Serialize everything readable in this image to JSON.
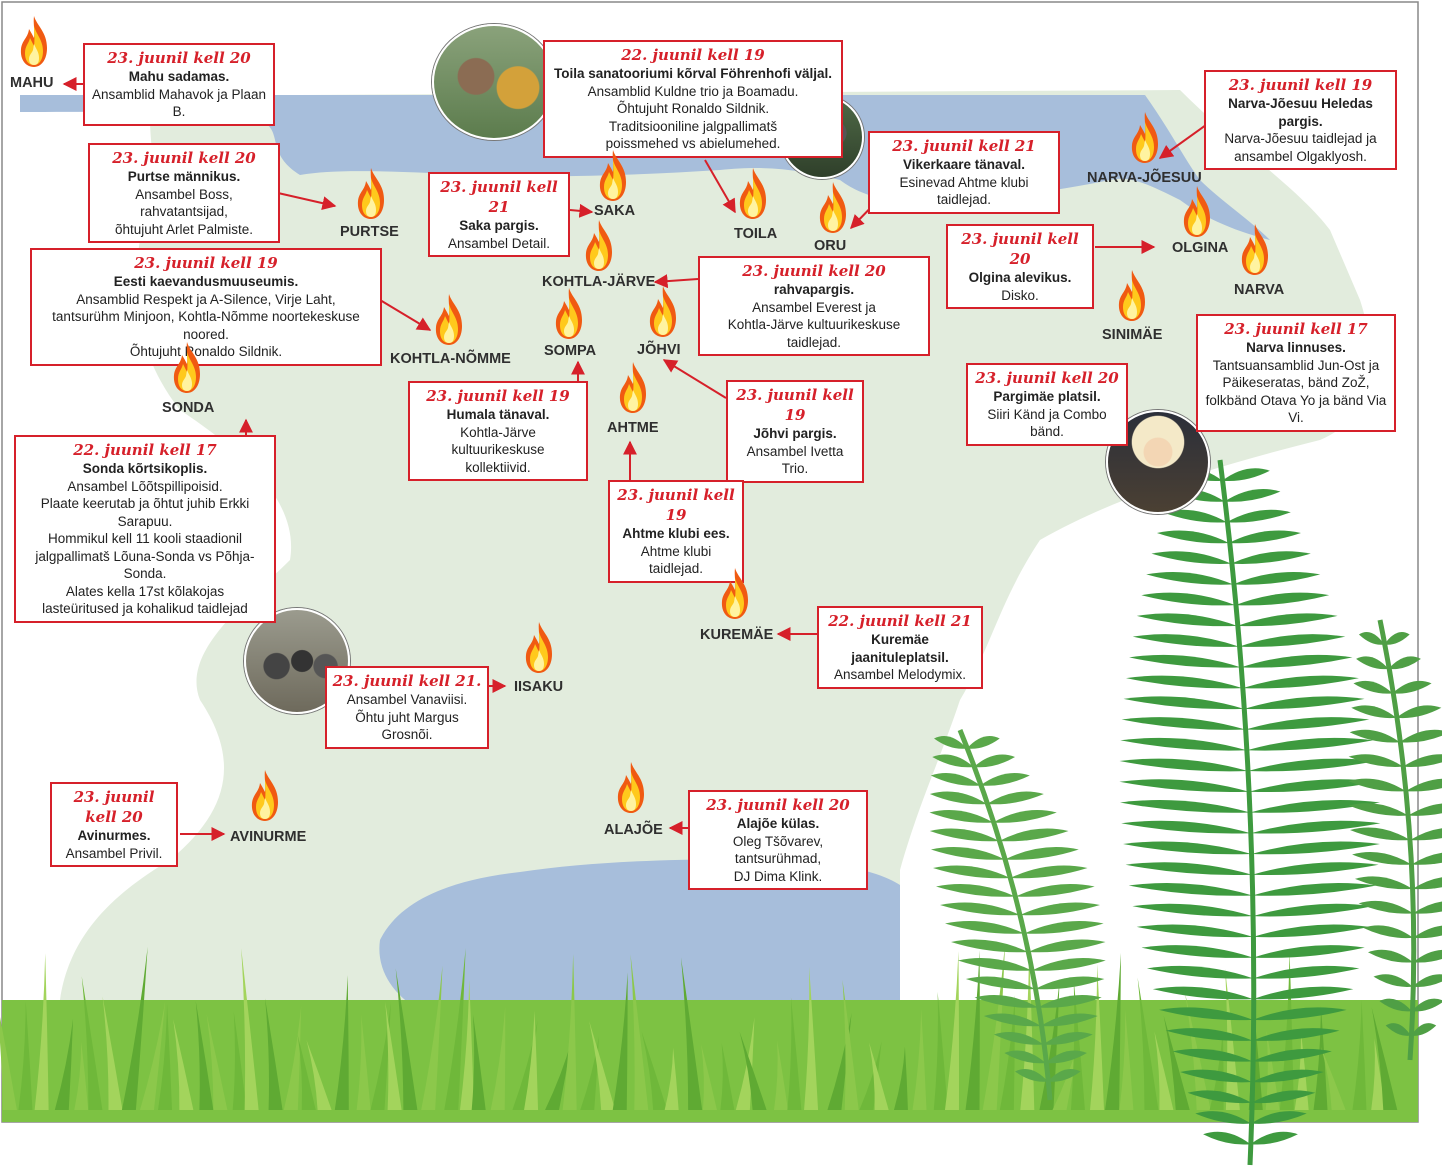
{
  "colors": {
    "land": "#e2ecdd",
    "water": "#a7bedb",
    "accent_red": "#d6202a",
    "fern_dark": "#3e9a3f",
    "grass": "#7dc243"
  },
  "places": {
    "mahu": "MAHU",
    "purtse": "PURTSE",
    "saka": "SAKA",
    "toila": "TOILA",
    "oru": "ORU",
    "narva_joesuu": "NARVA-JÕESUU",
    "olgina": "OLGINA",
    "narva": "NARVA",
    "kohtla_jarve": "KOHTLA-JÄRVE",
    "kohtla_nomme": "KOHTLA-NÕMME",
    "sompa": "SOMPA",
    "johvi": "JÕHVI",
    "sinimae": "SINIMÄE",
    "ahtme": "AHTME",
    "sonda": "SONDA",
    "kuremae": "KUREMÄE",
    "iisaku": "IISAKU",
    "avinurme": "AVINURME",
    "alajoe": "ALAJÕE"
  },
  "events": {
    "mahu": {
      "date": "23. juunil kell 20",
      "place": "Mahu sadamas.",
      "desc": "Ansamblid Mahavok ja Plaan B."
    },
    "toila": {
      "date": "22. juunil kell 19",
      "place": "Toila sanatooriumi kõrval Föhrenhofi väljal.",
      "desc": "Ansamblid Kuldne trio ja Boamadu.\nÕhtujuht Ronaldo Sildnik.\nTraditsiooniline jalgpallimatš\npoissmehed vs abielumehed."
    },
    "narva_joesuu": {
      "date": "23. juunil kell 19",
      "place": "Narva-Jõesuu Heledas pargis.",
      "desc": "Narva-Jõesuu taidlejad ja\nansambel Olgaklyosh."
    },
    "purtse": {
      "date": "23. juunil kell 20",
      "place": "Purtse männikus.",
      "desc": "Ansambel Boss, rahvatantsijad,\nõhtujuht Arlet Palmiste."
    },
    "saka": {
      "date": "23. juunil kell 21",
      "place": "Saka pargis.",
      "desc": "Ansambel Detail."
    },
    "oru": {
      "date": "23. juunil kell 21",
      "place": "Vikerkaare tänaval.",
      "desc": "Esinevad Ahtme klubi taidlejad."
    },
    "olgina": {
      "date": "23. juunil kell 20",
      "place": "Olgina alevikus.",
      "desc": "Disko."
    },
    "kohtla_nomme": {
      "date": "23. juunil kell 19",
      "place": "Eesti kaevandusmuuseumis.",
      "desc": "Ansamblid Respekt ja A-Silence, Virje Laht,\ntantsurühm Minjoon, Kohtla-Nõmme noortekeskuse noored.\nÕhtujuht Ronaldo Sildnik."
    },
    "kohtla_jarve": {
      "date": "23. juunil kell 20",
      "place": "rahvapargis.",
      "desc": "Ansambel Everest ja\nKohtla-Järve kultuurikeskuse taidlejad."
    },
    "narva": {
      "date": "23. juunil kell 17",
      "place": "Narva linnuses.",
      "desc": "Tantsuansamblid Jun-Ost ja\nPäikeseratas, bänd ZoŽ,\nfolkbänd Otava Yo ja bänd Via Vi."
    },
    "sinimae": {
      "date": "23. juunil kell 20",
      "place": "Pargimäe platsil.",
      "desc": "Siiri Känd ja Combo bänd."
    },
    "sompa": {
      "date": "23. juunil kell 19",
      "place": "Humala tänaval.",
      "desc": "Kohtla-Järve kultuurikeskuse\nkollektiivid."
    },
    "johvi": {
      "date": "23. juunil kell 19",
      "place": "Jõhvi pargis.",
      "desc": "Ansambel Ivetta Trio."
    },
    "sonda": {
      "date": "22. juunil kell 17",
      "place": "Sonda kõrtsikoplis.",
      "desc": "Ansambel Lõõtspillipoisid.\nPlaate keerutab ja õhtut juhib Erkki Sarapuu.\nHommikul kell 11 kooli staadionil\njalgpallimatš Lõuna-Sonda vs Põhja-Sonda.\nAlates kella 17st kõlakojas\nlasteüritused ja kohalikud taidlejad"
    },
    "ahtme": {
      "date": "23. juunil kell 19",
      "place": "Ahtme klubi ees.",
      "desc": "Ahtme klubi taidlejad."
    },
    "kuremae": {
      "date": "22. juunil kell 21",
      "place": "Kuremäe jaanituleplatsil.",
      "desc": "Ansambel Melodymix."
    },
    "iisaku": {
      "date": "23. juunil kell 21.",
      "place": "",
      "desc": "Ansambel Vanaviisi.\nÕhtu juht Margus Grosnõi."
    },
    "avinurme": {
      "date": "23. juunil kell 20",
      "place": "Avinurmes.",
      "desc": "Ansambel Privil."
    },
    "alajoe": {
      "date": "23. juunil kell 20",
      "place": "Alajõe külas.",
      "desc": "Oleg Tšõvarev, tantsurühmad,\nDJ Dima Klink."
    }
  },
  "icons": {
    "bonfire": "bonfire-icon",
    "arrow": "arrow-pointer",
    "fern": "fern-leaf",
    "grass": "fern-grass"
  }
}
